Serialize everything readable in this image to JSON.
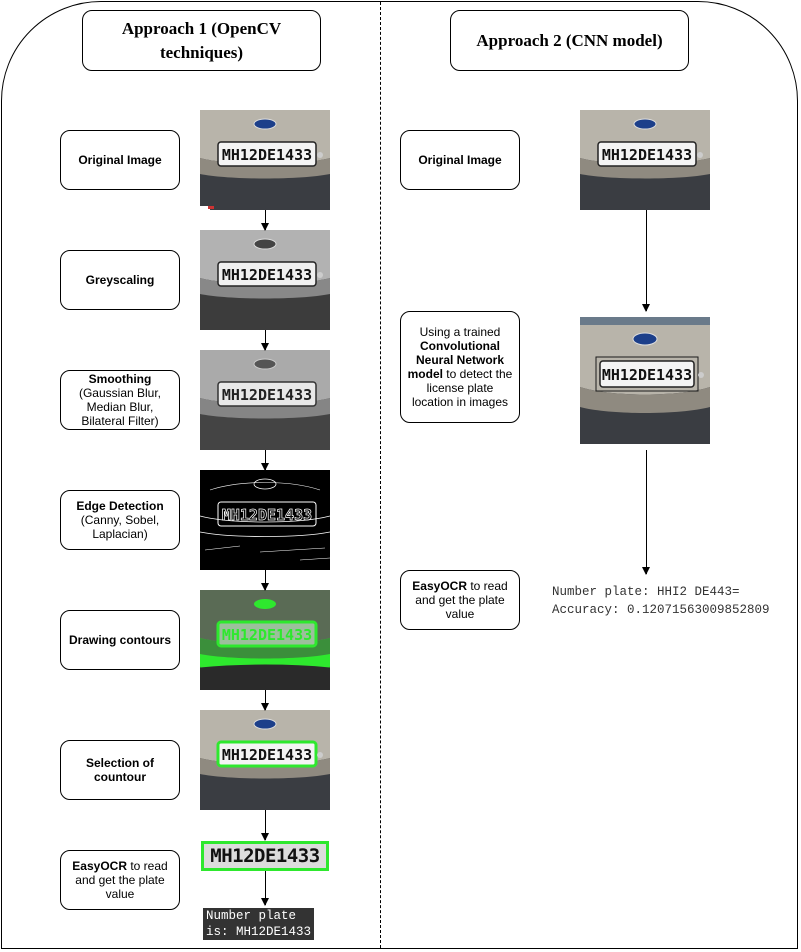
{
  "approach1": {
    "title": "Approach 1 (OpenCV techniques)",
    "steps": [
      {
        "bold": "Original Image",
        "rest": ""
      },
      {
        "bold": "Greyscaling",
        "rest": ""
      },
      {
        "bold": "Smoothing",
        "rest": "(Gaussian Blur, Median Blur, Bilateral Filter)"
      },
      {
        "bold": "Edge Detection",
        "rest": "(Canny, Sobel, Laplacian)"
      },
      {
        "bold": "Drawing contours",
        "rest": ""
      },
      {
        "bold": "Selection of countour",
        "rest": ""
      },
      {
        "bold": "EasyOCR",
        "rest": " to read and get the plate value"
      }
    ],
    "plate_text": "MH12DE1433",
    "result_line1": "Number plate",
    "result_line2": "is: MH12DE1433"
  },
  "approach2": {
    "title": "Approach 2 (CNN model)",
    "step1": "Original Image",
    "step2_pre": "Using a trained ",
    "step2_bold": "Convolutional Neural Network model",
    "step2_post": " to detect the license plate location in images",
    "step3_bold": "EasyOCR",
    "step3_rest": " to read and get the plate value",
    "plate_text": "MH12DE1433",
    "result_line1": "Number plate: HHI2 DE443=",
    "result_line2": "Accuracy: 0.12071563009852809"
  },
  "colors": {
    "contour": "#2ee82e",
    "terminal_bg": "#333333"
  }
}
